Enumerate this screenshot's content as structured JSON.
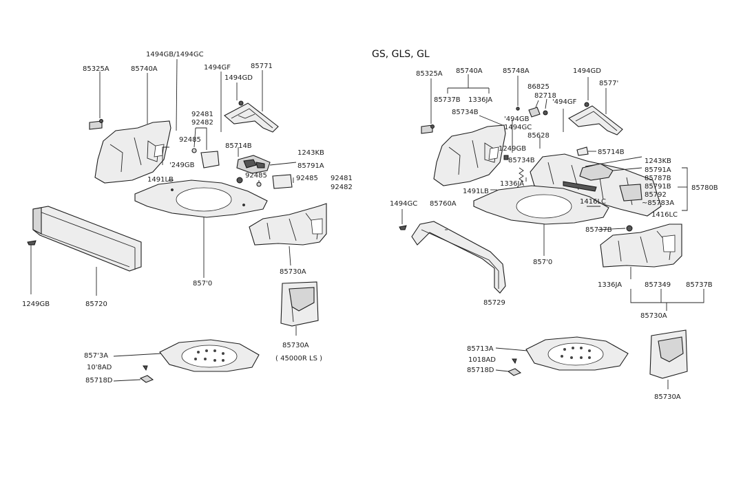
{
  "header": {
    "variant_title": "GS, GLS, GL"
  },
  "left_labels": {
    "l_85325A": "85325A",
    "l_85740A": "85740A",
    "l_1494GB_GC": "1494GB/1494GC",
    "l_1494GF": "1494GF",
    "l_1494GD": "1494GD",
    "l_85771": "85771",
    "l_92481": "92481",
    "l_92482": "92482",
    "l_92485a": "92485",
    "l_1249GB_a": "'249GB",
    "l_85714B": "85714B",
    "l_1243KB": "1243KB",
    "l_85791A": "85791A",
    "l_1491LB": "1491LB",
    "l_92485b": "92485",
    "l_92481b": "92481",
    "l_92482b": "92482",
    "l_85710": "857'0",
    "l_85730A_a": "85730A",
    "l_1249GB_b": "1249GB",
    "l_85720": "85720",
    "l_85730A_b": "85730A",
    "l_note": "( 45000R LS )",
    "l_85713A": "857'3A",
    "l_1018AD": "10'8AD",
    "l_85718D": "85718D"
  },
  "right_labels": {
    "r_85325A": "85325A",
    "r_85740A": "85740A",
    "r_85748A": "85748A",
    "r_1494GD": "1494GD",
    "r_85737B_a": "85737B",
    "r_1336JA_a": "1336JA",
    "r_86825": "86825",
    "r_82718": "82718",
    "r_85771": "8577'",
    "r_85734B_a": "85734B",
    "r_1494GB": "'494GB",
    "r_1494GC": "1494GC",
    "r_1494GF": "'494GF",
    "r_1249GB": "1249GB",
    "r_85628": "85628",
    "r_85714B": "85714B",
    "r_1243KB": "1243KB",
    "r_85734B_b": "85734B",
    "r_85791A": "85791A",
    "r_85787B": "85787B",
    "r_85791B": "85791B",
    "r_85792": "85792",
    "r_85780B": "85780B",
    "r_1336JA_b": "1336JA",
    "r_1491LB": "1491LB",
    "r_1416LC_a": "1416LC",
    "r_85783A": "~85783A",
    "r_1416LC_b": "1416LC",
    "r_1494GC_b": "1494GC",
    "r_85760A": "85760A",
    "r_85737B_b": "85737B",
    "r_85710": "857'0",
    "r_85729": "85729",
    "r_1336JA_c": "1336JA",
    "r_85734B_c": "857349",
    "r_85737B_c": "85737B",
    "r_85730A_a": "85730A",
    "r_85713A": "85713A",
    "r_1018AD": "1018AD",
    "r_85718D": "85718D",
    "r_85730A_b": "85730A"
  }
}
